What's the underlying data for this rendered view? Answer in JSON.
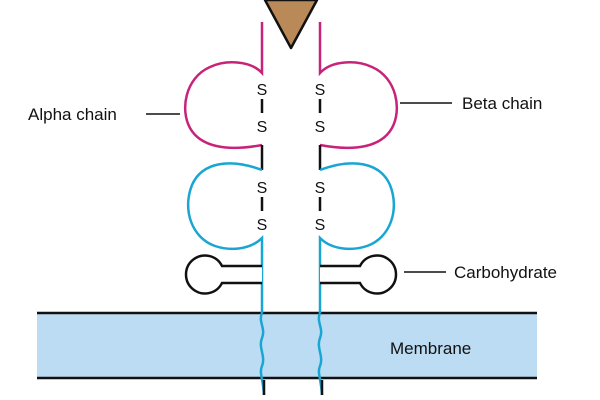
{
  "labels": {
    "alpha_chain": "Alpha chain",
    "beta_chain": "Beta chain",
    "carbohydrate": "Carbohydrate",
    "membrane": "Membrane"
  },
  "disulfide_symbol": "S",
  "colors": {
    "alpha_chain": "#c8237a",
    "beta_chain": "#c8237a",
    "lower_domains": "#1aa6d2",
    "membrane_fill": "#bcdcf3",
    "antigen": "#b98a57",
    "outline": "#111111"
  }
}
